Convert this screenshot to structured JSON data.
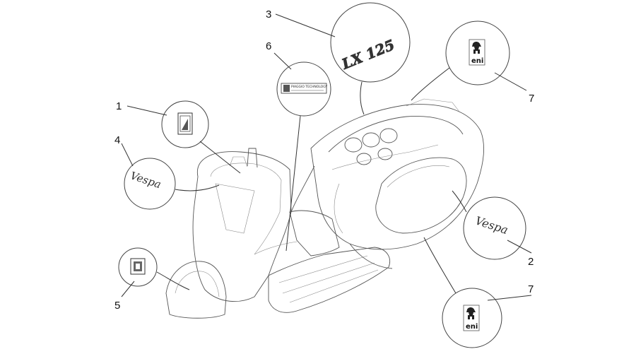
{
  "callouts": [
    {
      "number": "1"
    },
    {
      "number": "2"
    },
    {
      "number": "3"
    },
    {
      "number": "4"
    },
    {
      "number": "5"
    },
    {
      "number": "6"
    },
    {
      "number": "7"
    },
    {
      "number": "7"
    }
  ],
  "decals": {
    "model_badge": "LX 125",
    "brand_script": "Vespa",
    "plate_text": "PIAGGIO TECHNOLOGY",
    "eni_top": "eni",
    "eni_bottom": "eni"
  },
  "colors": {
    "line": "#555555",
    "background": "#ffffff"
  }
}
